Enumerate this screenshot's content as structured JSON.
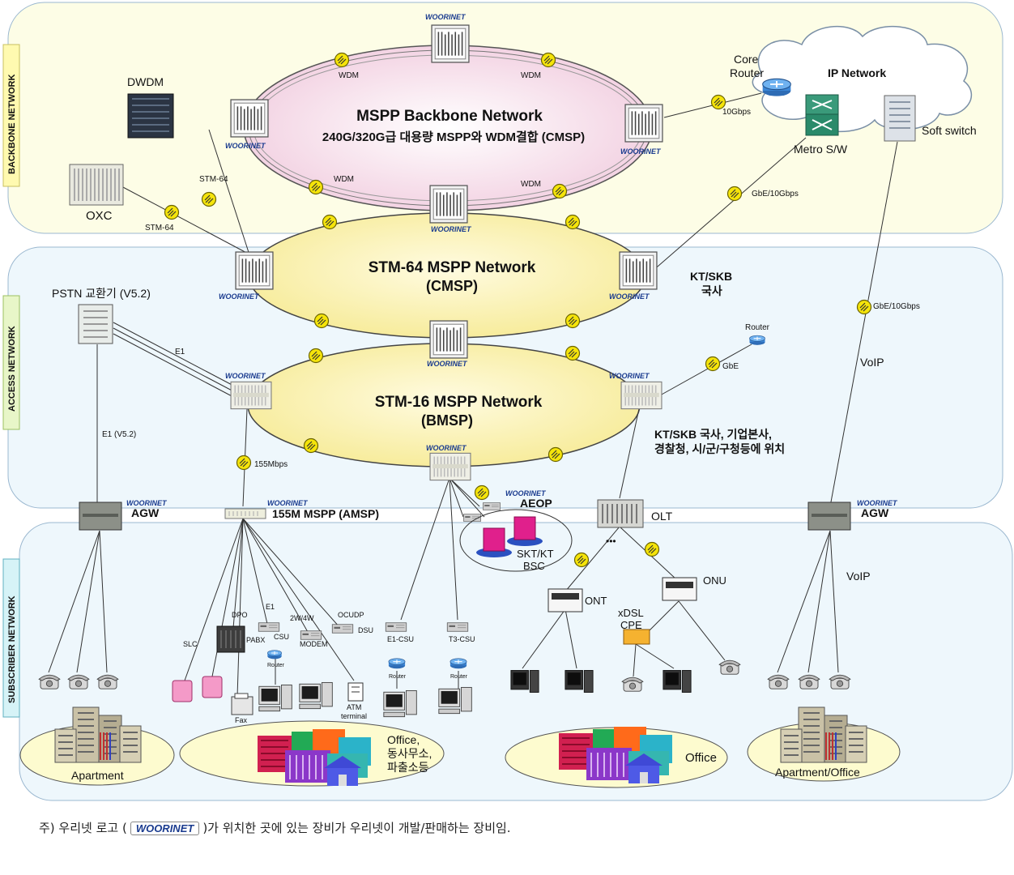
{
  "zones": {
    "backbone": "BACKBONE NETWORK",
    "access": "ACCESS NETWORK",
    "subscriber": "SUBSCRIBER NETWORK"
  },
  "rings": {
    "backbone_title": "MSPP Backbone Network",
    "backbone_subtitle": "240G/320G급 대용량 MSPP와 WDM결합 (CMSP)",
    "stm64_line1": "STM-64 MSPP Network",
    "stm64_line2": "(CMSP)",
    "stm16_line1": "STM-16 MSPP Network",
    "stm16_line2": "(BMSP)"
  },
  "logo_text": "WOORINET",
  "labels": {
    "dwdm": "DWDM",
    "oxc": "OXC",
    "stm64_a": "STM-64",
    "stm64_b": "STM-64",
    "wdm1": "WDM",
    "wdm2": "WDM",
    "wdm3": "WDM",
    "wdm4": "WDM",
    "core_router_1": "Core",
    "core_router_2": "Router",
    "ip_network": "IP Network",
    "tenG": "10Gbps",
    "metro_sw": "Metro S/W",
    "soft_switch": "Soft switch",
    "gbe_10g_1": "GbE/10Gbps",
    "gbe_10g_2": "GbE/10Gbps",
    "kt_skb_1": "KT/SKB",
    "kt_skb_2": "국사",
    "pstn": "PSTN 교환기 (V5.2)",
    "e1": "E1",
    "e1_v52": "E1 (V5.2)",
    "router_small": "Router",
    "gbe": "GbE",
    "voip_1": "VoIP",
    "voip_2": "VoIP",
    "kt_loc_1": "KT/SKB 국사, 기업본사,",
    "kt_loc_2": "경찰청, 시/군/구청등에 위치",
    "mbps155": "155Mbps",
    "agw_1": "AGW",
    "agw_2": "AGW",
    "amsp": "155M MSPP (AMSP)",
    "aeop": "AEOP",
    "olt": "OLT",
    "skt_1": "SKT/KT",
    "skt_2": "BSC",
    "dots": "•••",
    "onu": "ONU",
    "ont": "ONT",
    "xdsl_1": "xDSL",
    "xdsl_2": "CPE",
    "slc": "SLC",
    "dpo": "DPO",
    "pabx": "PABX",
    "fax": "Fax",
    "e1_small": "E1",
    "csu": "CSU",
    "router_a": "Router",
    "w24": "2W/4W",
    "modem": "MODEM",
    "ocudp": "OCUDP",
    "dsu": "DSU",
    "atm_1": "ATM",
    "atm_2": "terminal",
    "e1csu": "E1-CSU",
    "router_b": "Router",
    "t3csu": "T3-CSU",
    "router_c": "Router",
    "apartment": "Apartment",
    "office_1": "Office,",
    "office_2": "동사무소,",
    "office_3": "파출소등",
    "office": "Office",
    "apt_office": "Apartment/Office"
  },
  "footnote": {
    "prefix": "주) 우리넷 로고 (",
    "logo": "WOORINET",
    "suffix": ")가 위치한 곳에 있는 장비가 우리넷이 개발/판매하는 장비임."
  },
  "colors": {
    "backbone_bg": "#fdfde6",
    "access_bg": "#eef7fc",
    "subscriber_bg": "#eef7fc",
    "ring_fill": "#fbf3b8",
    "backbone_ring": "#f8e6ee",
    "side_label_bg": "#fffab0",
    "side_label_access": "#e8f6c8",
    "side_label_sub": "#d6f3f7",
    "logo_blue": "#1a3b8f",
    "pink_bsc": "#e0208c"
  }
}
